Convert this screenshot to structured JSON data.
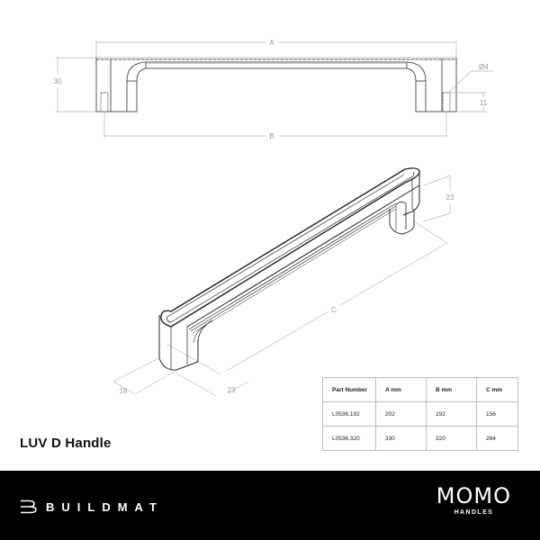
{
  "product": {
    "title": "LUV D Handle"
  },
  "front_view": {
    "dimensions": {
      "overall_length_label": "A",
      "hole_centres_label": "B",
      "height": "30",
      "hole_diameter": "Ø4",
      "hole_depth": "11"
    }
  },
  "iso_view": {
    "dimensions": {
      "grip_length_label": "C",
      "projection": "23",
      "width": "18",
      "depth": "23"
    }
  },
  "spec_table": {
    "headers": [
      "Part Number",
      "A mm",
      "B mm",
      "C mm"
    ],
    "rows": [
      [
        "L0536.192",
        "202",
        "192",
        "156"
      ],
      [
        "L0536.320",
        "330",
        "320",
        "284"
      ]
    ]
  },
  "footer": {
    "brand_name": "BUILDMAT",
    "brand_icon": "buildmat-logo-icon",
    "partner_name": "MOMO",
    "partner_sub": "HANDLES",
    "background": "#000000",
    "text_color": "#ffffff"
  }
}
